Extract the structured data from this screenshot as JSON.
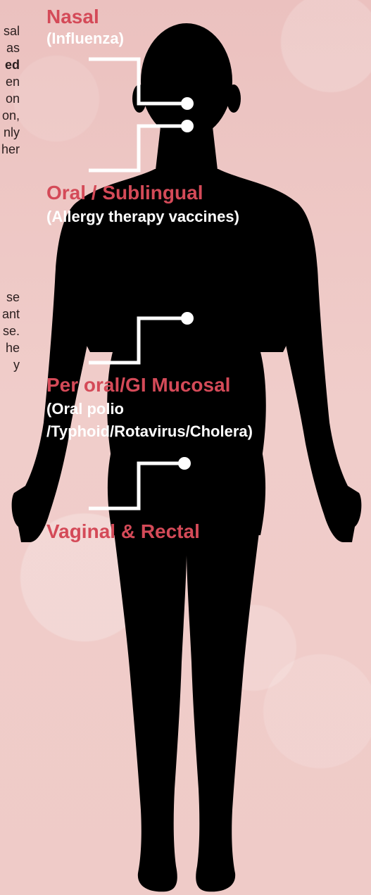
{
  "left_text": {
    "block1": [
      "sal",
      "as",
      "ed",
      "en",
      "on",
      "on,",
      "nly",
      "her"
    ],
    "block2": [
      "se",
      "ant",
      "se.",
      "he",
      "y"
    ]
  },
  "routes": [
    {
      "name": "Nasal",
      "examples": "(Influenza)"
    },
    {
      "name": "Oral / Sublingual",
      "examples": "(Allergy therapy vaccines)"
    },
    {
      "name": "Per oral/GI Mucosal",
      "examples_line1": "(Oral polio",
      "examples_line2": "/Typhoid/Rotavirus/Cholera)"
    },
    {
      "name": "Vaginal & Rectal"
    }
  ],
  "colors": {
    "accent": "#d44a58",
    "silhouette": "#000000",
    "connector": "#ffffff",
    "background": "#efc9c6"
  }
}
